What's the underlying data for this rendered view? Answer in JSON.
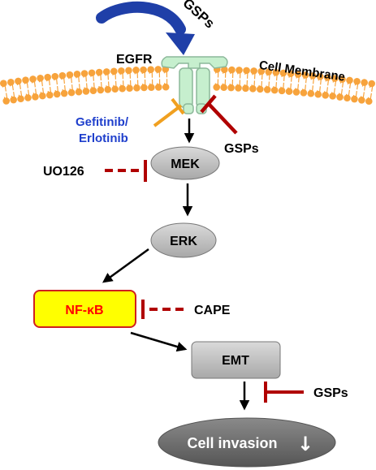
{
  "labels": {
    "gsps_top": "GSPs",
    "egfr": "EGFR",
    "cell_membrane": "Cell Membrane",
    "gefitinib": "Gefitinib/",
    "erlotinib": "Erlotinib",
    "gsps_mid": "GSPs",
    "uo126": "UO126",
    "mek": "MEK",
    "erk": "ERK",
    "nfkb": "NF-κB",
    "cape": "CAPE",
    "emt": "EMT",
    "gsps_bottom": "GSPs",
    "cell_invasion": "Cell invasion",
    "down_arrow_glyph": "↓"
  },
  "colors": {
    "membrane": "#F7A33C",
    "receptor": "#C6EFCE",
    "receptor_stroke": "#8CB89A",
    "node_fill": "#BDBDBD",
    "nfkb_fill": "#FFFF00",
    "nfkb_stroke": "#D02020",
    "nfkb_text": "#FF0000",
    "inhibitor": "#B00000",
    "gefitinib_bar": "#F0A020",
    "blue_arrow": "#1F3FA8",
    "blue_text": "#1F3FCC",
    "invasion_fill": "#6E6E6E"
  }
}
